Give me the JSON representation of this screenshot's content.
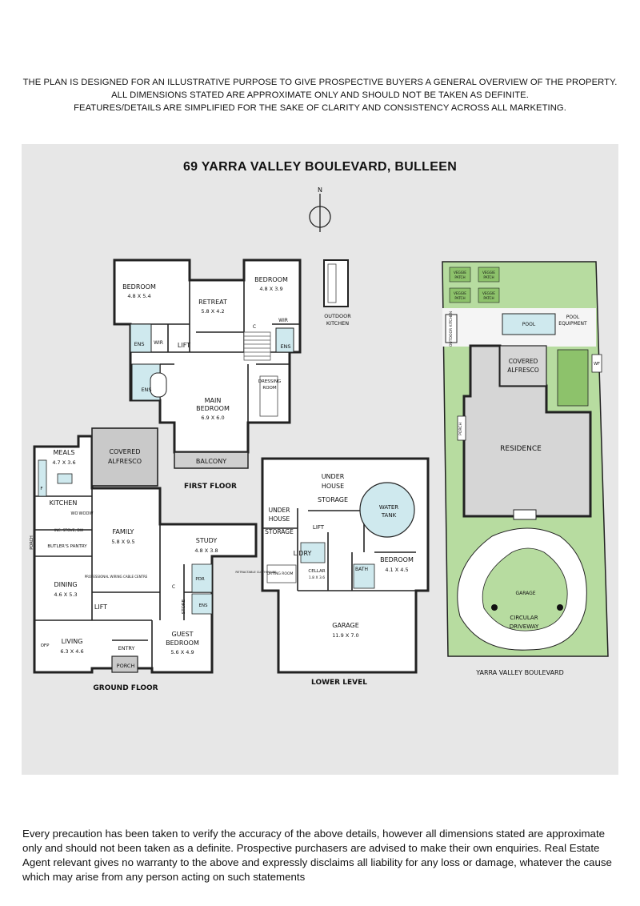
{
  "disclaimer_top": {
    "line1": "THE PLAN IS DESIGNED FOR AN ILLUSTRATIVE PURPOSE TO GIVE PROSPECTIVE BUYERS A GENERAL OVERVIEW OF THE PROPERTY.",
    "line2": "ALL DIMENSIONS STATED ARE APPROXIMATE ONLY AND SHOULD NOT BE TAKEN AS DEFINITE.",
    "line3": "FEATURES/DETAILS ARE SIMPLIFIED FOR THE SAKE OF CLARITY AND CONSISTENCY ACROSS ALL MARKETING."
  },
  "title": "69 YARRA VALLEY BOULEVARD, BULLEEN",
  "compass_label": "N",
  "floors": {
    "ground": "GROUND FLOOR",
    "first": "FIRST FLOOR",
    "lower": "LOWER LEVEL"
  },
  "outdoor_kitchen": {
    "line1": "OUTDOOR",
    "line2": "KITCHEN"
  },
  "first_floor_rooms": {
    "bedroom1": {
      "name": "BEDROOM",
      "dims": "4.8 X 5.4"
    },
    "retreat": {
      "name": "RETREAT",
      "dims": "5.8 X 4.2"
    },
    "bedroom2": {
      "name": "BEDROOM",
      "dims": "4.8 X 3.9"
    },
    "ens_left": "ENS",
    "wir_left": "WIR",
    "lift": "LIFT",
    "wir_right": "WIR",
    "ens_right": "ENS",
    "c": "C",
    "ens_main": "ENS",
    "main_bedroom": {
      "line1": "MAIN",
      "line2": "BEDROOM",
      "dims": "6.9 X 6.0"
    },
    "dressing": {
      "line1": "DRESSING",
      "line2": "ROOM"
    },
    "balcony": "BALCONY"
  },
  "ground_floor_rooms": {
    "meals": {
      "name": "MEALS",
      "dims": "4.7 X 3.6"
    },
    "covered_alfresco": {
      "line1": "COVERED",
      "line2": "ALFRESCO"
    },
    "kitchen": "KITCHEN",
    "f": "F",
    "wo": "WO",
    "wo2": "WO",
    "dw": "DW",
    "butlers": "BUTLER'S PANTRY",
    "pantry_note": "INC. STOVE, DW",
    "family": {
      "name": "FAMILY",
      "dims": "5.8 X 9.5"
    },
    "study": {
      "name": "STUDY",
      "dims": "4.8 X 3.8"
    },
    "porch_side": "PORCH",
    "cable_note": "PROFESSIONAL WIRING CABLE CENTRE",
    "dining": {
      "name": "DINING",
      "dims": "4.6 X 5.3"
    },
    "pdr": "PDR",
    "c": "C",
    "store": "STORE",
    "ens": "ENS",
    "lift": "LIFT",
    "living": {
      "name": "LIVING",
      "dims": "6.3 X 4.6"
    },
    "entry": "ENTRY",
    "guest_bedroom": {
      "line1": "GUEST",
      "line2": "BEDROOM",
      "dims": "5.6 X 4.9"
    },
    "porch_front": "PORCH",
    "ofp": "OFP"
  },
  "lower_level_rooms": {
    "under_house_storage1": {
      "line1": "UNDER",
      "line2": "HOUSE",
      "line3": "STORAGE"
    },
    "water_tank": {
      "line1": "WATER",
      "line2": "TANK"
    },
    "under_house_storage2": {
      "line1": "UNDER",
      "line2": "HOUSE",
      "line3": "STORAGE"
    },
    "lift": "LIFT",
    "ldry": "L'DRY",
    "drying": "DRYING ROOM",
    "clothesline": "RETRACTABLE CLOTHESLINE",
    "cellar": {
      "name": "CELLAR",
      "dims": "1.8 X 3.6"
    },
    "bath": "BATH",
    "bedroom": {
      "name": "BEDROOM",
      "dims": "4.1 X 4.5"
    },
    "garage": {
      "name": "GARAGE",
      "dims": "11.9 X 7.0"
    }
  },
  "site_plan": {
    "veggie_patch": "VEGGIE PATCH",
    "veggie_word1": "VEGGIE",
    "veggie_word2": "PATCH",
    "outdoor_kitchen": "OUTDOOR KITCHEN",
    "pool": "POOL",
    "pool_equipment": {
      "line1": "POOL",
      "line2": "EQUIPMENT"
    },
    "covered_alfresco": {
      "line1": "COVERED",
      "line2": "ALFRESCO"
    },
    "wf": "WF",
    "porch": "PORCH",
    "residence": "RESIDENCE",
    "garage": "GARAGE",
    "circular_driveway": {
      "line1": "CIRCULAR",
      "line2": "DRIVEWAY"
    },
    "street": "YARRA VALLEY BOULEVARD"
  },
  "disclaimer_bottom": "Every precaution has been taken to verify the accuracy of the above details, however all dimensions stated are approximate only and should not been taken as a definite. Prospective purchasers are advised to make their own enquiries. Real Estate Agent relevant gives no warranty to the above and expressly disclaims all liability for any loss or damage, whatever the cause which may arise from any person acting on such statements",
  "colors": {
    "panel": "#e7e7e7",
    "wall": "#222222",
    "wet_area": "#cfe9ee",
    "alfresco": "#c9c9c9",
    "garden_green": "#8dc26b",
    "lawn_green": "#b7dca0",
    "pool_blue": "#cfe9ee"
  }
}
